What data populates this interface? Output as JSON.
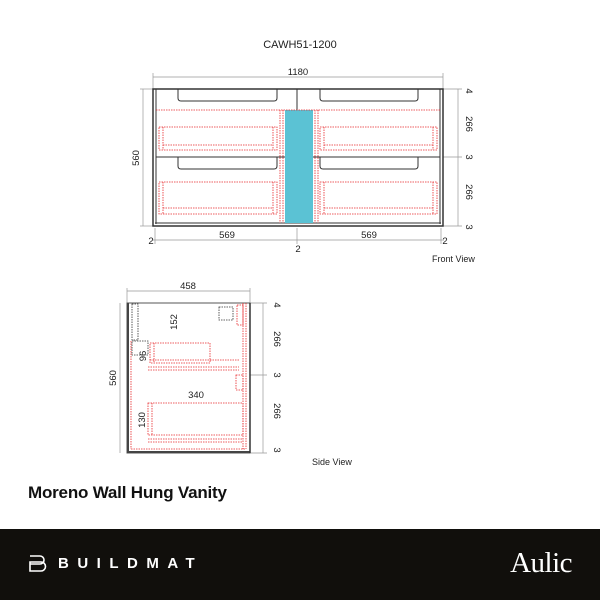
{
  "model_code": "CAWH51-1200",
  "front_view": {
    "label": "Front View",
    "width": "1180",
    "height": "560",
    "right_dims": [
      "4",
      "266",
      "3",
      "266",
      "3"
    ],
    "bottom_dims": [
      "2",
      "569",
      "2",
      "569",
      "2"
    ]
  },
  "side_view": {
    "label": "Side View",
    "depth": "458",
    "height": "560",
    "right_dims": [
      "4",
      "266",
      "3",
      "266",
      "3"
    ],
    "inner_dims": {
      "a": "152",
      "b": "96",
      "c": "340",
      "d": "130"
    }
  },
  "product_title": "Moreno Wall Hung Vanity",
  "footer": {
    "brand_left": "BUILDMAT",
    "brand_right": "Aulic"
  },
  "colors": {
    "hidden_lines": "#e8282b",
    "accent_strip": "#5bc2d4",
    "footer_bg": "#110f0c"
  }
}
